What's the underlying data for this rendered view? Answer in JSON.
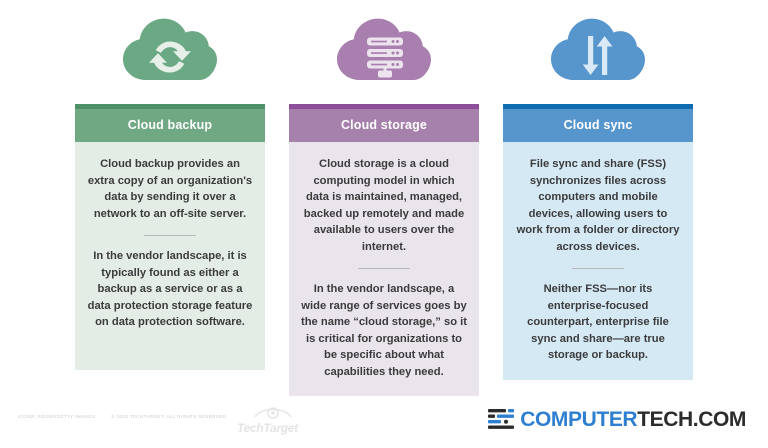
{
  "columns": [
    {
      "id": "cloud-backup",
      "title": "Cloud backup",
      "icon_name": "cloud-sync-arrows-icon",
      "colors": {
        "header": "#6fa883",
        "header_top": "#4e9168",
        "body": "#e3ece5",
        "icon": "#6ba884"
      },
      "paragraphs": [
        "Cloud backup provides an extra copy of an organization's data by sending it over a network to an off-site server.",
        "In the vendor landscape, it is typically found as either a backup as a service or as a data protection storage feature on data protection software."
      ]
    },
    {
      "id": "cloud-storage",
      "title": "Cloud storage",
      "icon_name": "cloud-server-racks-icon",
      "colors": {
        "header": "#a681ab",
        "header_top": "#8e4f9a",
        "body": "#eae4ec",
        "icon": "#a97fb0"
      },
      "paragraphs": [
        "Cloud storage is a cloud computing model in which data is maintained, managed, backed up remotely and made available to users over the internet.",
        "In the vendor landscape, a wide range of services goes by the name “cloud storage,” so it is critical for organizations to be specific about what capabilities they need."
      ]
    },
    {
      "id": "cloud-sync",
      "title": "Cloud sync",
      "icon_name": "cloud-up-down-arrows-icon",
      "colors": {
        "header": "#5795cd",
        "header_top": "#0f6cb0",
        "body": "#d5e9f5",
        "icon": "#5795cd"
      },
      "paragraphs": [
        "File sync and share (FSS) synchronizes files across computers and mobile devices, allowing users to work from a folder or directory across devices.",
        "Neither FSS—nor its enterprise-focused counterpart, enterprise file sync and share—are true storage or backup."
      ]
    }
  ],
  "footer": {
    "icon_credit": "ICONS: #ID/NO/GETTY IMAGES",
    "copyright": "© 2019 TECHTARGET. ALL RIGHTS RESERVED",
    "techtarget_logo_text": "TechTarget",
    "brand_logo_primary": "COMPUTER",
    "brand_logo_secondary": "TECH.COM",
    "brand_accent_color": "#2f7fd1"
  }
}
